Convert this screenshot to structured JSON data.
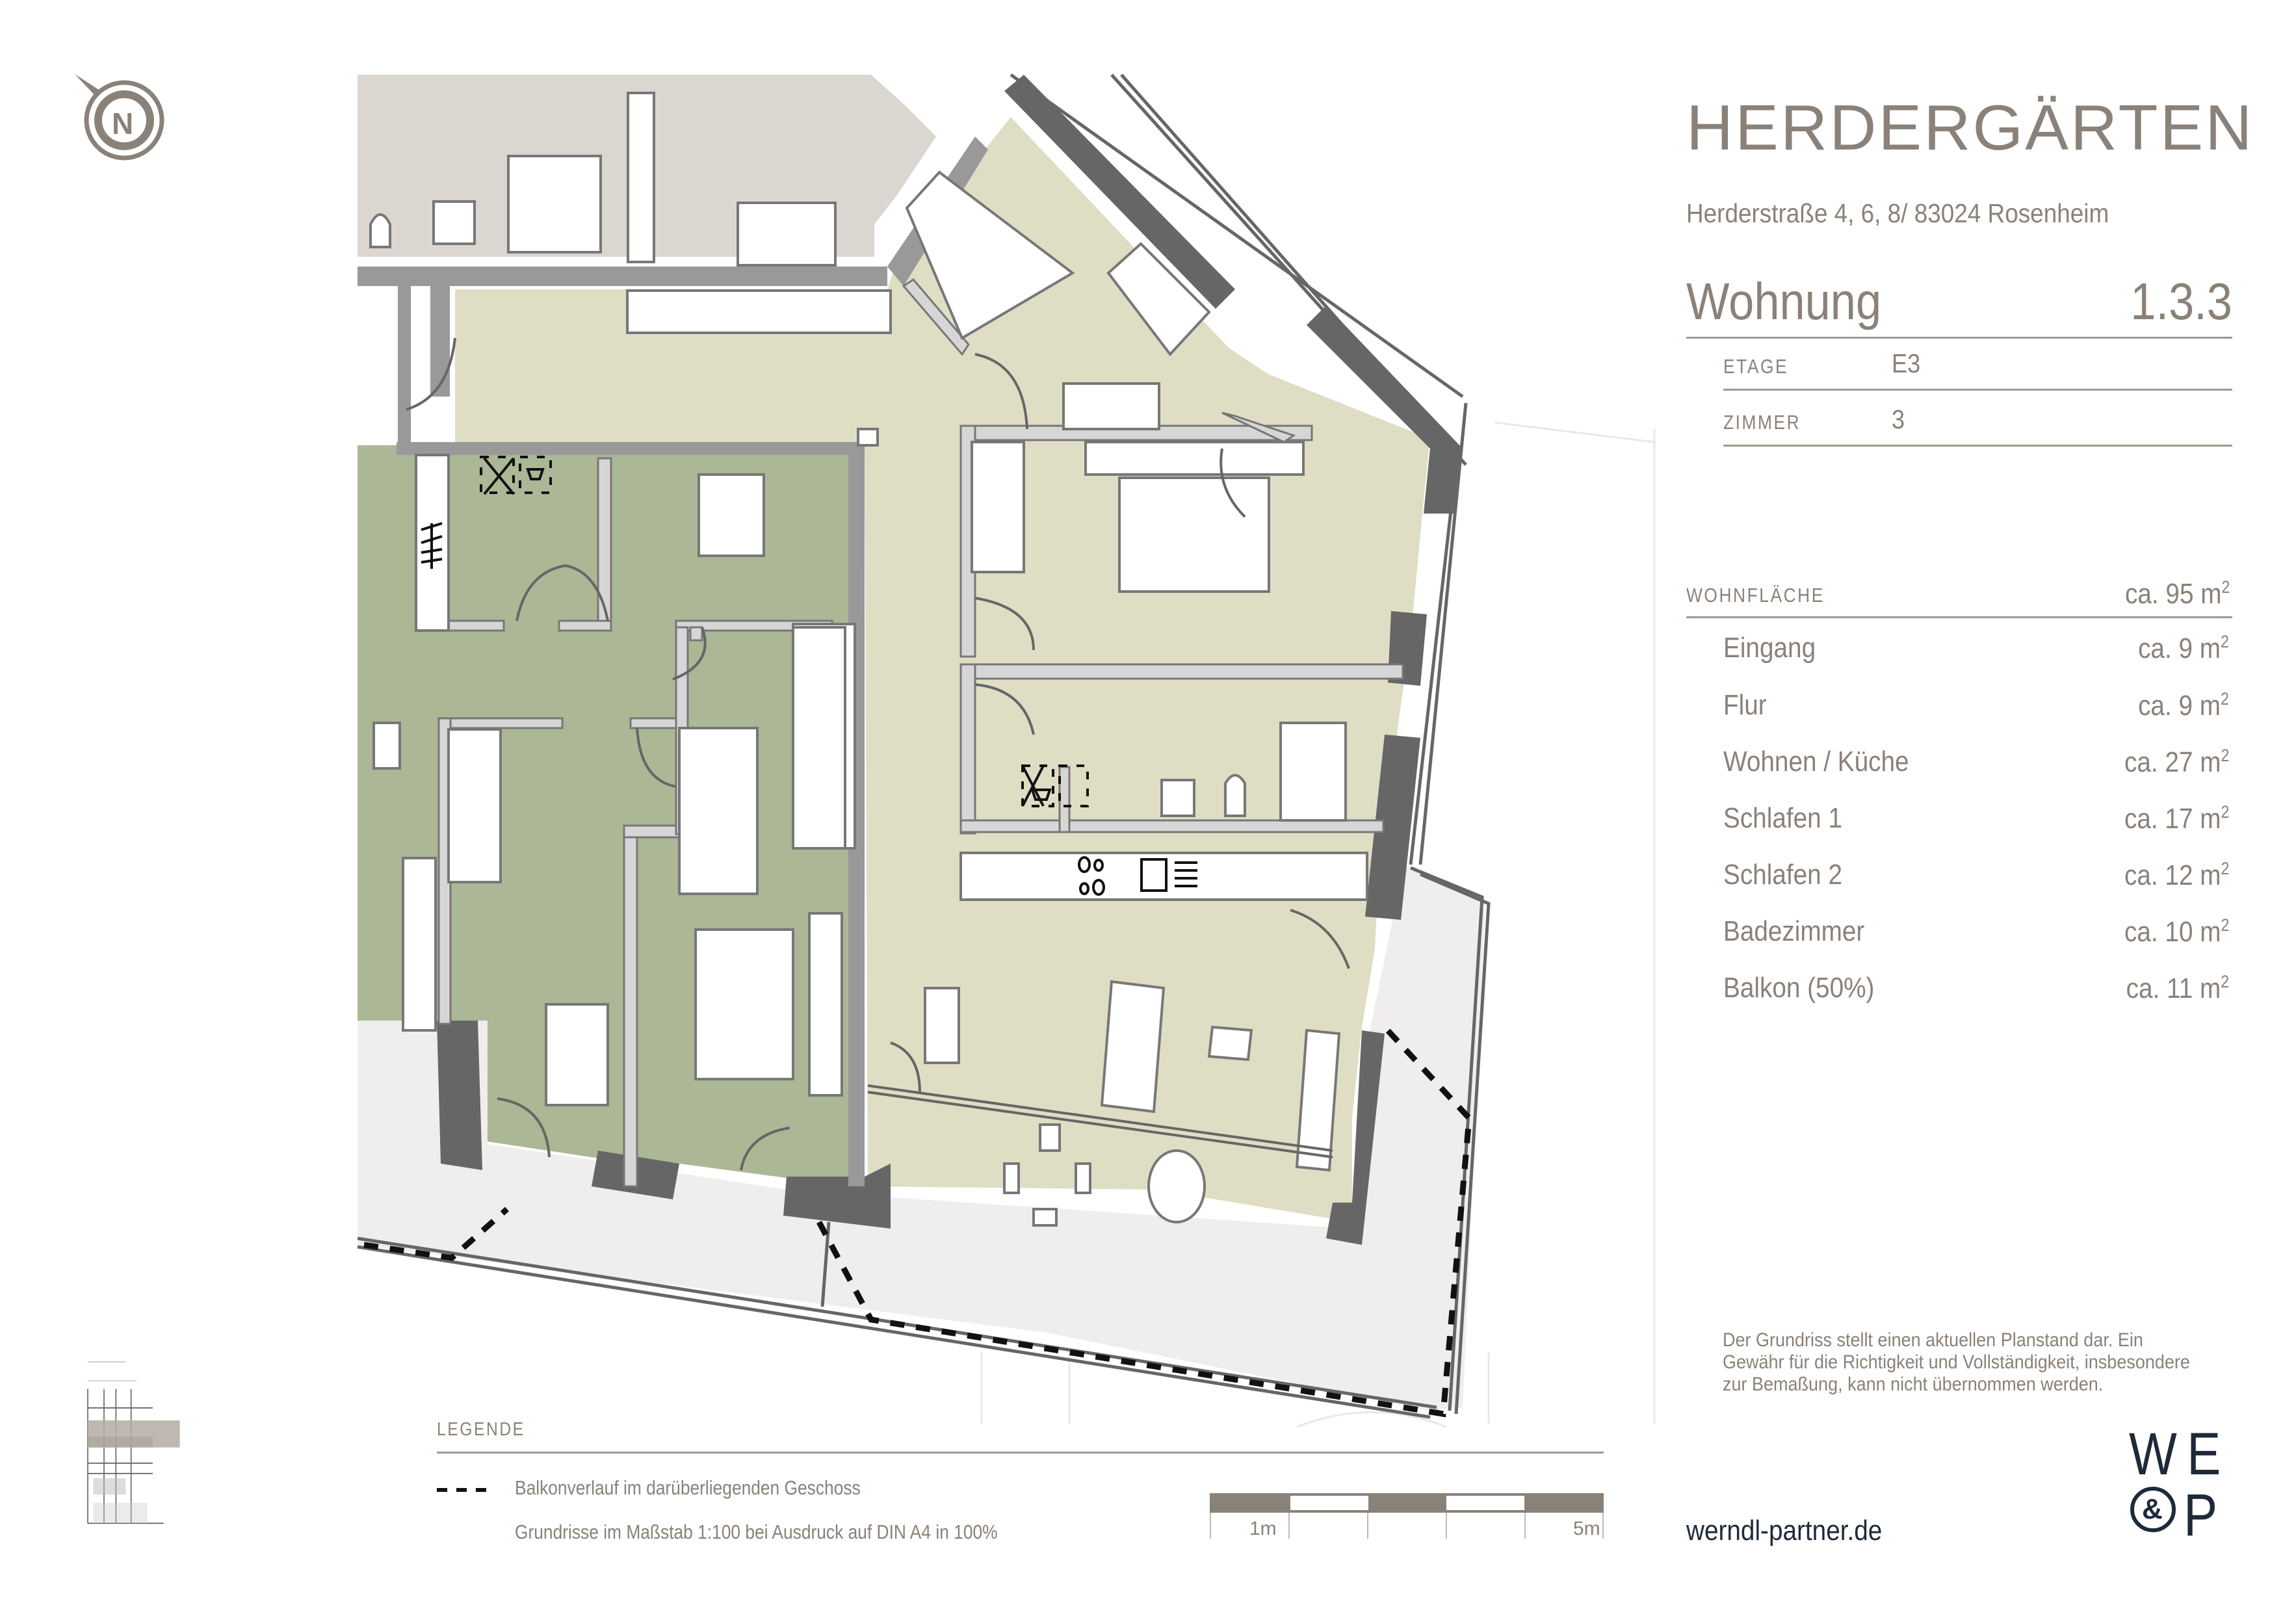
{
  "project": {
    "name": "HERDERGÄRTEN",
    "address": "Herderstraße 4, 6, 8/ 83024 Rosenheim"
  },
  "unit": {
    "label": "Wohnung",
    "number": "1.3.3",
    "meta": [
      {
        "key": "ETAGE",
        "value": "E3"
      },
      {
        "key": "ZIMMER",
        "value": "3"
      }
    ]
  },
  "area": {
    "total_label": "WOHNFLÄCHE",
    "total_value": "ca. 95 m",
    "unit_sup": "2",
    "rooms": [
      {
        "name": "Eingang",
        "value": "ca. 9 m"
      },
      {
        "name": "Flur",
        "value": "ca. 9 m"
      },
      {
        "name": "Wohnen / Küche",
        "value": "ca. 27 m"
      },
      {
        "name": "Schlafen 1",
        "value": "ca. 17 m"
      },
      {
        "name": "Schlafen 2",
        "value": "ca. 12 m"
      },
      {
        "name": "Badezimmer",
        "value": "ca. 10 m"
      },
      {
        "name": "Balkon (50%)",
        "value": "ca. 11 m"
      }
    ]
  },
  "disclaimer": "Der Grundriss stellt einen aktuellen Planstand dar. Ein Gewähr für die Richtigkeit und Vollständigkeit, insbesondere zur Bemaßung, kann nicht übernommen werden.",
  "website": "werndl-partner.de",
  "logo": {
    "line1": "WE",
    "amp": "&",
    "p": "P"
  },
  "compass": {
    "label": "N",
    "icon": "north-arrow-icon"
  },
  "legend": {
    "title": "LEGENDE",
    "items": [
      {
        "symbol": "dashed-line",
        "text": "Balkonverlauf im darüberliegenden Geschoss"
      },
      {
        "symbol": "none",
        "text": "Grundrisse im Maßstab 1:100 bei Ausdruck auf DIN A4 in 100%"
      }
    ]
  },
  "scale": {
    "start_label": "1m",
    "end_label": "5m"
  },
  "colors": {
    "text": "#8a8178",
    "accent_dark": "#1e2a3a",
    "room_main": "#dfdec4",
    "room_neighbor": "#abb795",
    "room_neighbor_top": "#dbd6cf",
    "balcony": "#f0eded",
    "wall_dark": "#666666",
    "wall_mid": "#999999",
    "wall_light": "#d6d6d6"
  }
}
